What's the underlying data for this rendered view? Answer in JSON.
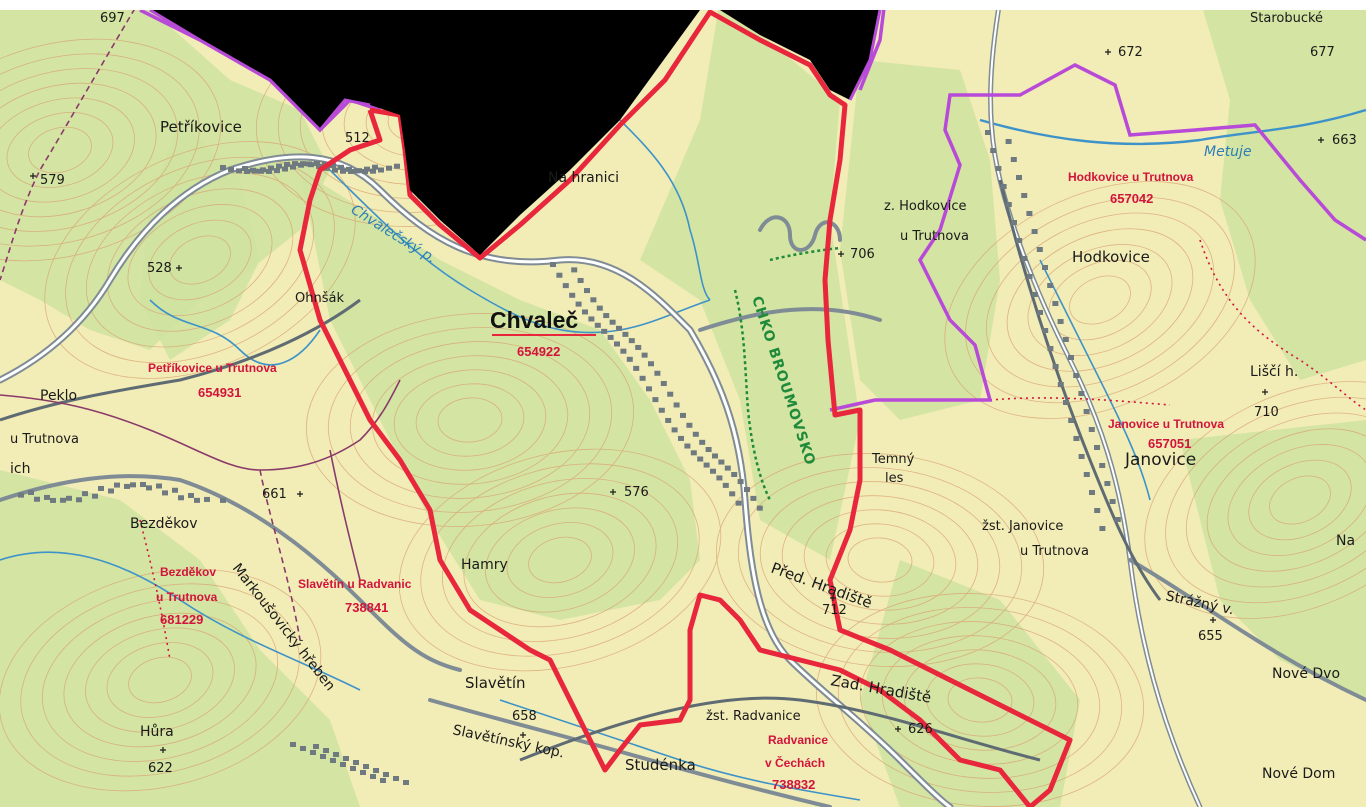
{
  "colors": {
    "land": "#f2ecb6",
    "forest": "#cfe3a0",
    "contour": "#d9a070",
    "municipality_border": "#e8263c",
    "cadastral_border": "#b84ad8",
    "district_border": "#8a3a6a",
    "water": "#3d93c9",
    "road": "#7f8c95",
    "railway": "#5f6b73",
    "masked": "#000000",
    "chko_border": "#1e8a3a"
  },
  "labels": {
    "municipality": "Chvaleč",
    "municipality_code": "654922",
    "petrikovice": "Petříkovice",
    "petrikovice_cad_1": "Petříkovice u Trutnova",
    "petrikovice_cad_2": "654931",
    "hodkovice_cad_1": "Hodkovice u Trutnova",
    "hodkovice_cad_2": "657042",
    "hodkovice": "Hodkovice",
    "zhod_1": "z. Hodkovice",
    "zhod_2": "u Trutnova",
    "janovice": "Janovice",
    "janovice_cad_1": "Janovice u Trutnova",
    "janovice_cad_2": "657051",
    "zst_janovice_1": "žst. Janovice",
    "zst_janovice_2": "u Trutnova",
    "na_hranici": "Na hranici",
    "chvalecsky_potok": "Chvalečský p.",
    "ohnsak": "Ohnšák",
    "pekl": "Peklo",
    "u_trutnova": "u Trutnova",
    "ich": "ich",
    "bezdekov": "Bezděkov",
    "bezdekov_cad_1": "Bezděkov",
    "bezdekov_cad_2": "u Trutnova",
    "bezdekov_cad_3": "681229",
    "slavetin_cad_1": "Slavětín u Radvanic",
    "slavetin_cad_2": "738841",
    "markousovicky": "Markoušovický hřeben",
    "hamry": "Hamry",
    "slavetin": "Slavětín",
    "slavetinsky_kop": "Slavětínský kop.",
    "studenka": "Studénka",
    "hura": "Hůra",
    "zst_radvanice": "žst. Radvanice",
    "radvanice_cad_1": "Radvanice",
    "radvanice_cad_2": "v Čechách",
    "radvanice_cad_3": "738832",
    "chko": "CHKO BROUMOVSKO",
    "temny_les_1": "Temný",
    "temny_les_2": "les",
    "pred_hradiste": "Před. Hradiště",
    "zad_hradiste": "Zad. Hradiště",
    "lisci_h": "Liščí h.",
    "strazny": "Strážný v.",
    "nove_dvory": "Nové Dvo",
    "nove_domy": "Nové Dom",
    "metuje": "Metuje",
    "starobucke": "Starobucké",
    "na_edge": "Na",
    "peak_697": "697",
    "peak_512": "512",
    "peak_579": "579",
    "peak_528": "528",
    "peak_661": "661",
    "peak_576": "576",
    "peak_706": "706",
    "peak_672": "672",
    "peak_677": "677",
    "peak_663": "663",
    "peak_710": "710",
    "peak_712": "712",
    "peak_655": "655",
    "peak_626": "626",
    "peak_658": "658",
    "peak_622": "622"
  }
}
